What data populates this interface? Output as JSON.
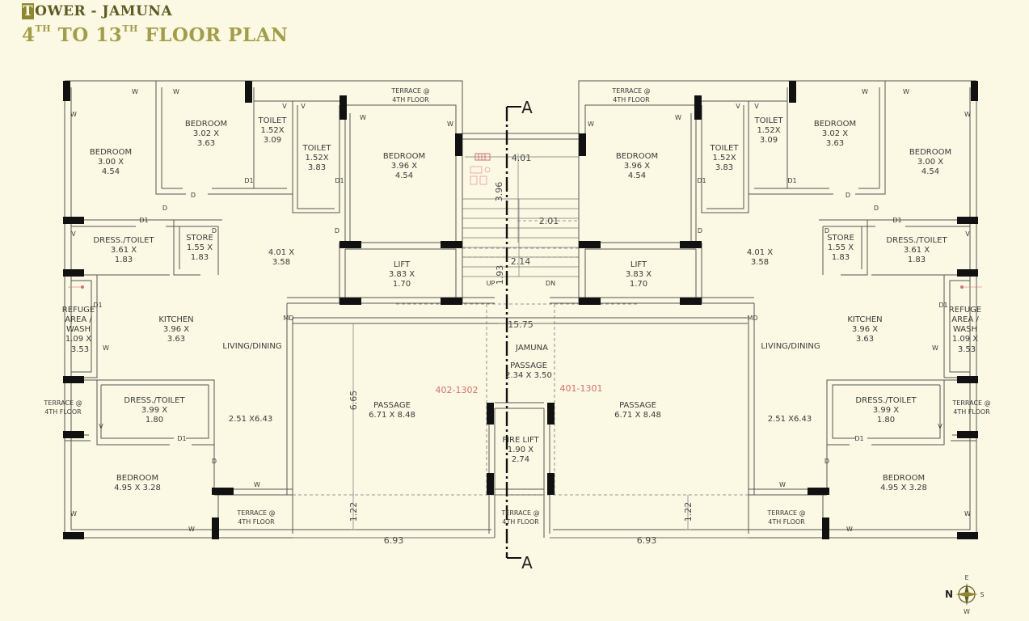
{
  "header": {
    "tower_initial": "T",
    "tower_rest": "OWER - JAMUNA",
    "floor_from": "4",
    "floor_from_sup": "TH",
    "to_word": "TO",
    "floor_to": "13",
    "floor_to_sup": "TH",
    "floor_plan_word": "FLOOR PLAN"
  },
  "rooms": {
    "bedroom_a": {
      "name": "BEDROOM",
      "size1": "3.00 X",
      "size2": "4.54"
    },
    "bedroom_b": {
      "name": "BEDROOM",
      "size1": "3.02 X",
      "size2": "3.63"
    },
    "toilet_a": {
      "name": "TOILET",
      "size1": "1.52X",
      "size2": "3.09"
    },
    "toilet_b": {
      "name": "TOILET",
      "size1": "1.52X",
      "size2": "3.83"
    },
    "bedroom_c": {
      "name": "BEDROOM",
      "size1": "3.96 X",
      "size2": "4.54"
    },
    "dress_toilet_a": {
      "name": "DRESS./TOILET",
      "size1": "3.61 X",
      "size2": "1.83"
    },
    "store": {
      "name": "STORE",
      "size1": "1.55 X",
      "size2": "1.83"
    },
    "living_top": {
      "size1": "4.01 X",
      "size2": "3.58"
    },
    "refuge": {
      "line1": "REFUGE",
      "line2": "AREA /",
      "line3": "WASH",
      "line4": "1.09 X",
      "line5": "3.53"
    },
    "kitchen": {
      "name": "KITCHEN",
      "size1": "3.96 X",
      "size2": "3.63"
    },
    "living_dining": "LIVING/DINING",
    "dress_toilet_b": {
      "name": "DRESS./TOILET",
      "size1": "3.99 X",
      "size2": "1.80"
    },
    "living_side": "2.51 X6.43",
    "bedroom_d": {
      "name": "BEDROOM",
      "size": "4.95 X 3.28"
    },
    "terrace_label_1": "TERRACE @",
    "terrace_label_2": "4TH FLOOR",
    "lift": {
      "name": "LIFT",
      "size1": "3.83 X",
      "size2": "1.70"
    },
    "passage_side": {
      "name": "PASSAGE",
      "size": "6.71 X 8.48"
    },
    "passage_center": {
      "name": "PASSAGE",
      "size": "2.34 X 3.50"
    },
    "fire_lift": {
      "name": "FIRE LIFT",
      "size1": "1.90 X",
      "size2": "2.74"
    }
  },
  "labels": {
    "tower_name": "JAMUNA",
    "unit_left": "402-1302",
    "unit_right": "401-1301",
    "section_mark": "A",
    "up": "UP",
    "dn": "DN",
    "md": "MD",
    "w": "W",
    "v": "V",
    "d": "D",
    "d1": "D1"
  },
  "dimensions": {
    "stair_width": "4.01",
    "stair_depth": "3.96",
    "landing": "2.01",
    "stair_run": "2.14",
    "stair_small": "1.93",
    "core_width": "15.75",
    "passage_depth": "6.65",
    "terrace_depth": "1.22",
    "bottom_span": "6.93"
  },
  "compass": {
    "n": "N",
    "e": "E",
    "s": "S",
    "w": "W"
  },
  "colors": {
    "accent_olive": "#8c8633",
    "title_gold": "#a39d4a",
    "unit_red": "#d66f6f",
    "paper": "#fbf9e3"
  }
}
